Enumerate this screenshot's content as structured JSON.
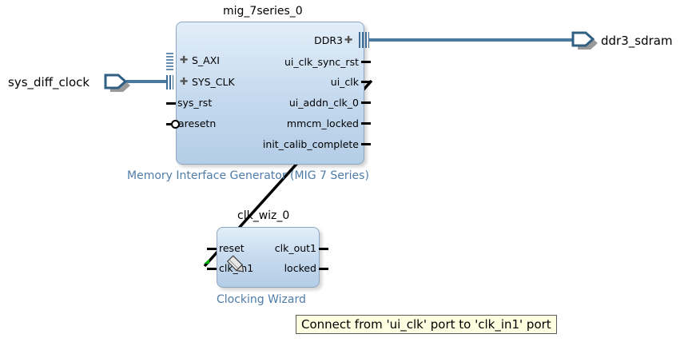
{
  "mig_block": {
    "instance_name": "mig_7series_0",
    "ip_name": "Memory Interface Generator (MIG 7 Series)",
    "left_pins": [
      "S_AXI",
      "SYS_CLK",
      "sys_rst",
      "aresetn"
    ],
    "right_pins": [
      "DDR3",
      "ui_clk_sync_rst",
      "ui_clk",
      "ui_addn_clk_0",
      "mmcm_locked",
      "init_calib_complete"
    ]
  },
  "clk_block": {
    "instance_name": "clk_wiz_0",
    "ip_name": "Clocking Wizard",
    "left_pins": [
      "reset",
      "clk_in1"
    ],
    "right_pins": [
      "clk_out1",
      "locked"
    ]
  },
  "ports": {
    "input_port": "sys_diff_clock",
    "output_port": "ddr3_sdram"
  },
  "tooltip": "Connect from 'ui_clk' port to 'clk_in1' port",
  "colors": {
    "block_fill": "#c4d9ee",
    "block_border": "#8ea6bf",
    "bus_wire": "#4a7aa0",
    "subtitle_text": "#4f7ca8",
    "tooltip_bg": "#ffffe1",
    "connect_cursor": "#00b000"
  },
  "icons": [
    "plus-expand-icon",
    "bus-interface-icon",
    "port-arrow-icon",
    "pencil-cursor-icon",
    "negative-bubble-icon"
  ]
}
